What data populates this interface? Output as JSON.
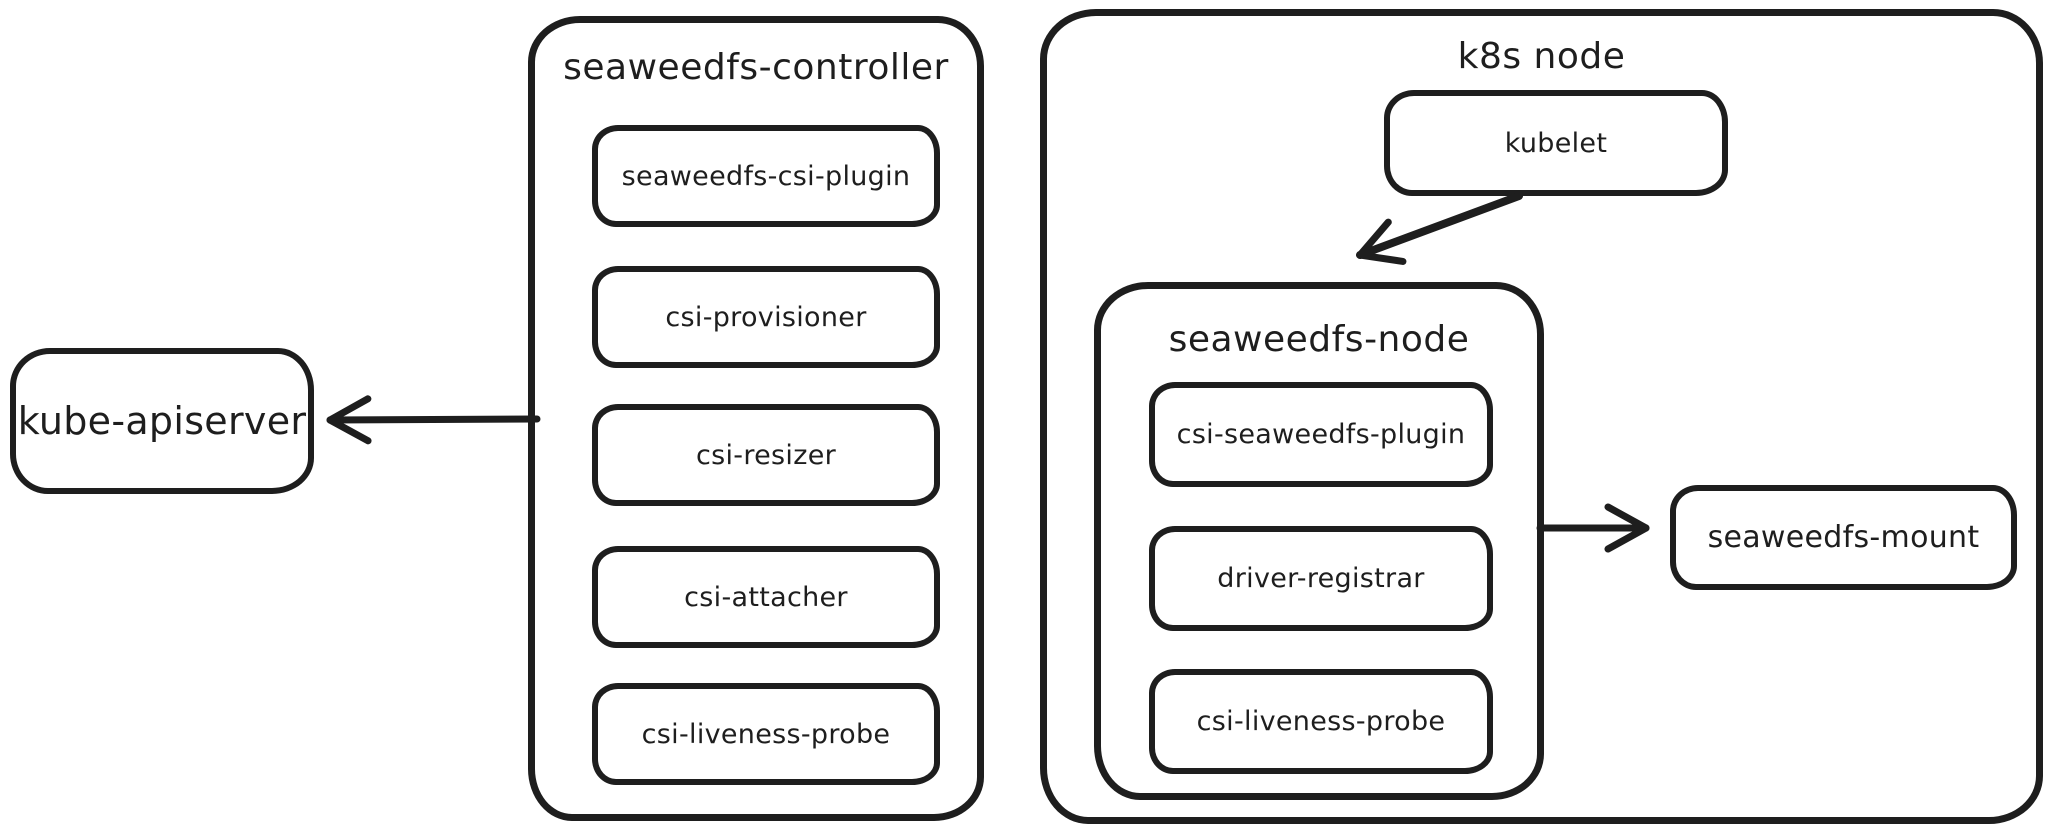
{
  "diagram": {
    "background": "#ffffff",
    "stroke_color": "#1e1e1e",
    "kube_apiserver": {
      "label": "kube-apiserver"
    },
    "controller": {
      "title": "seaweedfs-controller",
      "boxes": [
        {
          "label": "seaweedfs-csi-plugin"
        },
        {
          "label": "csi-provisioner"
        },
        {
          "label": "csi-resizer"
        },
        {
          "label": "csi-attacher"
        },
        {
          "label": "csi-liveness-probe"
        }
      ]
    },
    "k8s_node": {
      "title": "k8s node",
      "kubelet": {
        "label": "kubelet"
      },
      "seaweedfs_node": {
        "title": "seaweedfs-node",
        "boxes": [
          {
            "label": "csi-seaweedfs-plugin"
          },
          {
            "label": "driver-registrar"
          },
          {
            "label": "csi-liveness-probe"
          }
        ]
      },
      "seaweedfs_mount": {
        "label": "seaweedfs-mount"
      }
    },
    "edges": [
      {
        "from": "seaweedfs-controller",
        "to": "kube-apiserver"
      },
      {
        "from": "kubelet",
        "to": "seaweedfs-node"
      },
      {
        "from": "seaweedfs-node",
        "to": "seaweedfs-mount"
      }
    ]
  }
}
